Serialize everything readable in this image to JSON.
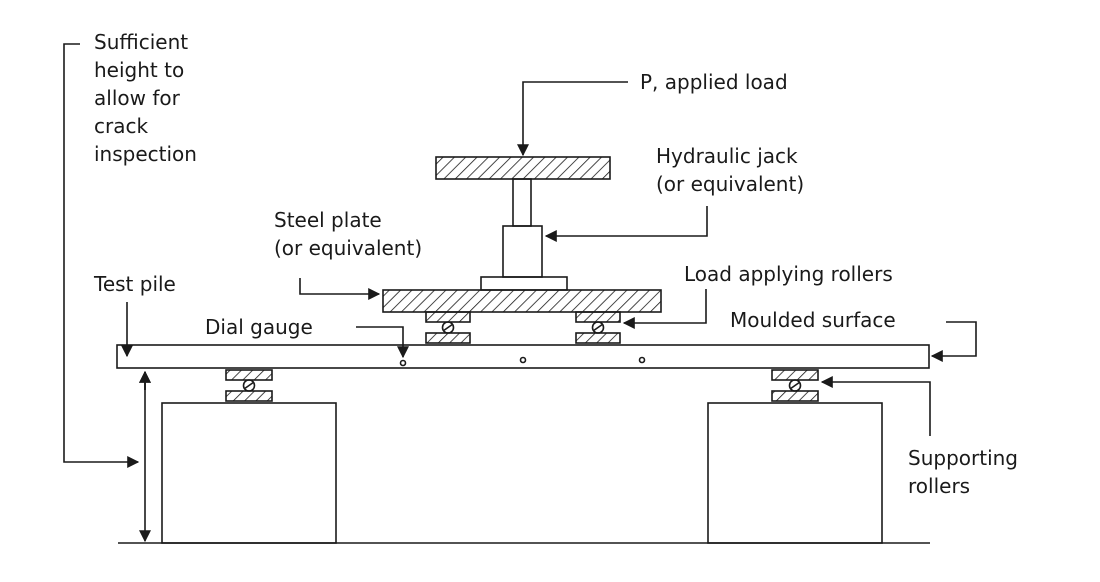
{
  "labels": {
    "height_note": [
      "Sufficient",
      "height to",
      "allow for",
      "crack",
      "inspection"
    ],
    "applied_load": "P, applied load",
    "hydraulic_jack": [
      "Hydraulic jack",
      "(or equivalent)"
    ],
    "steel_plate": [
      "Steel plate",
      "(or equivalent)"
    ],
    "load_rollers": "Load applying rollers",
    "test_pile": "Test pile",
    "dial_gauge": "Dial gauge",
    "moulded_surface": "Moulded surface",
    "supporting_rollers": [
      "Supporting",
      "rollers"
    ]
  },
  "colors": {
    "stroke": "#1a1a1a",
    "background": "#ffffff"
  }
}
